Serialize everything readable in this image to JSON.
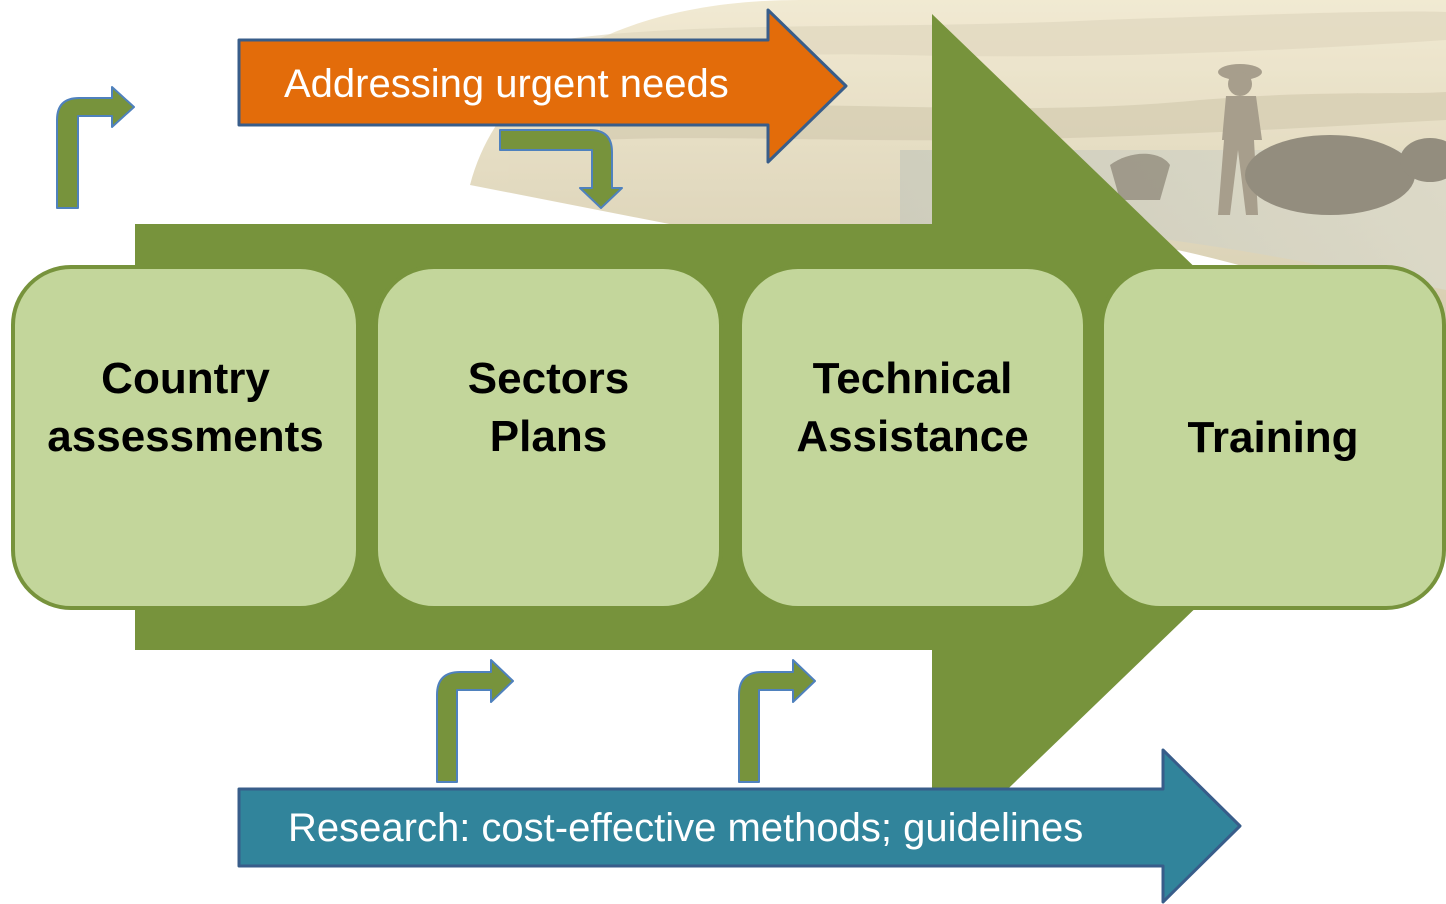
{
  "stages": [
    {
      "line1": "Country",
      "line2": "assessments"
    },
    {
      "line1": "Sectors",
      "line2": "Plans"
    },
    {
      "line1": "Technical",
      "line2": "Assistance"
    },
    {
      "line1": "Training",
      "line2": ""
    }
  ],
  "top_banner": {
    "label": "Addressing urgent needs",
    "color": "#e36c0a"
  },
  "bottom_banner": {
    "label": "Research: cost-effective methods; guidelines",
    "color": "#31849b"
  },
  "colors": {
    "main_arrow": "#77933c",
    "stage_fill": "#c3d69b",
    "stage_border": "#77933c",
    "bent_arrow": "#77933c",
    "bent_arrow_border": "#4f81bd"
  },
  "background": {
    "image": "rice-paddy-farmer-with-water-buffalo"
  }
}
